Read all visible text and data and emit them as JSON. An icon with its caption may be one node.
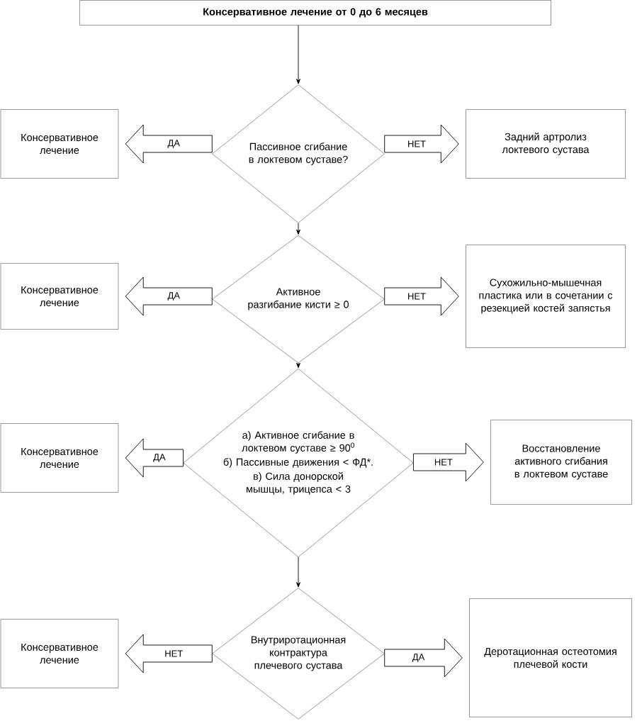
{
  "diagram": {
    "nodes": [
      {
        "text": [
          "Консервативное лечение от 0 до 6 месяцев"
        ]
      },
      {
        "text": [
          "Пассивное сгибание в локтевом суставе?"
        ]
      },
      {
        "text": [
          "Консервативное лечение"
        ]
      },
      {
        "text": [
          "Задний артролиз локтевого сустава"
        ]
      },
      {
        "text": [
          "Активное разгибание кисти ≥ 0"
        ]
      },
      {
        "text": [
          "Консервативное лечение"
        ]
      },
      {
        "text": [
          "Сухожильно-мышечная пластика или в сочетании с резекцией костей запястья"
        ]
      },
      {
        "text": [
          "а) Активное сгибание в локтевом суставе ≥ 90$^{0}$",
          "б) Пассивные движения < ФД*.",
          "в) Сила донорской мышцы, трицепса < 3"
        ]
      },
      {
        "text": [
          "Консервативное лечение"
        ]
      },
      {
        "text": [
          "Восстановление активного сгибания в локтевом суставе"
        ]
      },
      {
        "text": [
          "Внутриротационная контрактура плечевого сустава"
        ]
      },
      {
        "text": [
          "Консервативное лечение"
        ]
      },
      {
        "text": [
          "Деротационная остеотомия плечевой кости"
        ]
      }
    ],
    "edges": [
      {
        "from": 0,
        "to": 1,
        "arrow": "to"
      },
      {
        "from": 1,
        "to": 2,
        "arrow": "to",
        "label": "ДА",
        "style": "thick"
      },
      {
        "from": 1,
        "to": 3,
        "arrow": "to",
        "label": "НЕТ",
        "style": "thick"
      },
      {
        "from": 1,
        "to": 4,
        "arrow": "to"
      },
      {
        "from": 4,
        "to": 5,
        "arrow": "to",
        "label": "ДА",
        "style": "thick"
      },
      {
        "from": 4,
        "to": 6,
        "arrow": "to",
        "label": "НЕТ",
        "style": "thick"
      },
      {
        "from": 4,
        "to": 7,
        "arrow": "to"
      },
      {
        "from": 7,
        "to": 8,
        "arrow": "to",
        "label": "ДА",
        "style": "thick"
      },
      {
        "from": 7,
        "to": 9,
        "arrow": "to",
        "label": "НЕТ",
        "style": "thick"
      },
      {
        "from": 7,
        "to": 10,
        "arrow": "to"
      },
      {
        "from": 10,
        "to": 11,
        "arrow": "to",
        "label": "НЕТ",
        "style": "thick"
      },
      {
        "from": 10,
        "to": 12,
        "arrow": "to",
        "label": "ДА",
        "style": "thick"
      }
    ]
  }
}
